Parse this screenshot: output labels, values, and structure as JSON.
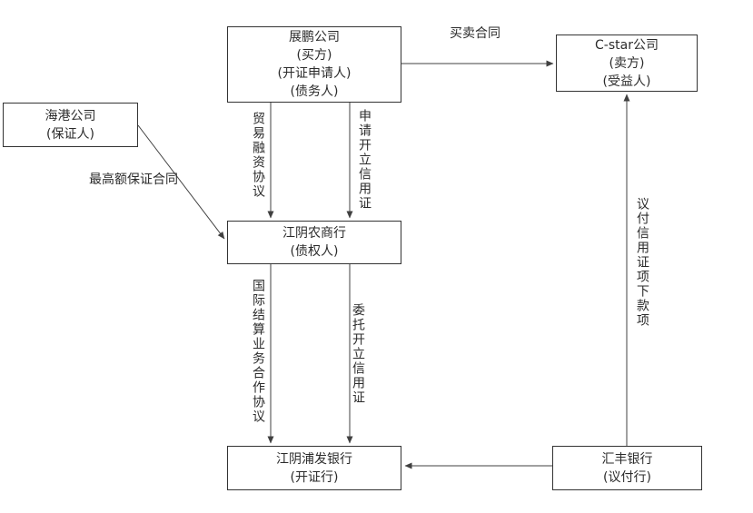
{
  "diagram": {
    "title_hint": "letter-of-credit trade finance relationship diagram",
    "colors": {
      "background": "#ffffff",
      "line": "#404040",
      "border": "#333333",
      "text": "#2b2b2b"
    },
    "boxes": {
      "zhanpeng": {
        "name": "展鹏公司",
        "roles": [
          "(买方)",
          "(开证申请人)",
          "(债务人)"
        ]
      },
      "cstar": {
        "name": "C-star公司",
        "roles": [
          "(卖方)",
          "(受益人)"
        ]
      },
      "haigang": {
        "name": "海港公司",
        "roles": [
          "(保证人)"
        ]
      },
      "nongshang": {
        "name": "江阴农商行",
        "roles": [
          "(债权人)"
        ]
      },
      "pufa": {
        "name": "江阴浦发银行",
        "roles": [
          "(开证行)"
        ]
      },
      "hsbc": {
        "name": "汇丰银行",
        "roles": [
          "(议付行)"
        ]
      }
    },
    "edges": {
      "sales_contract": "买卖合同",
      "trade_finance_agreement": "贸易融资协议",
      "apply_open_lc": "申请开立信用证",
      "max_guarantee_contract": "最高额保证合同",
      "intl_settlement_agreement": "国际结算业务合作协议",
      "entrust_open_lc": "委托开立信用证",
      "negotiate_lc_payment": "议付信用证项下款项"
    }
  }
}
